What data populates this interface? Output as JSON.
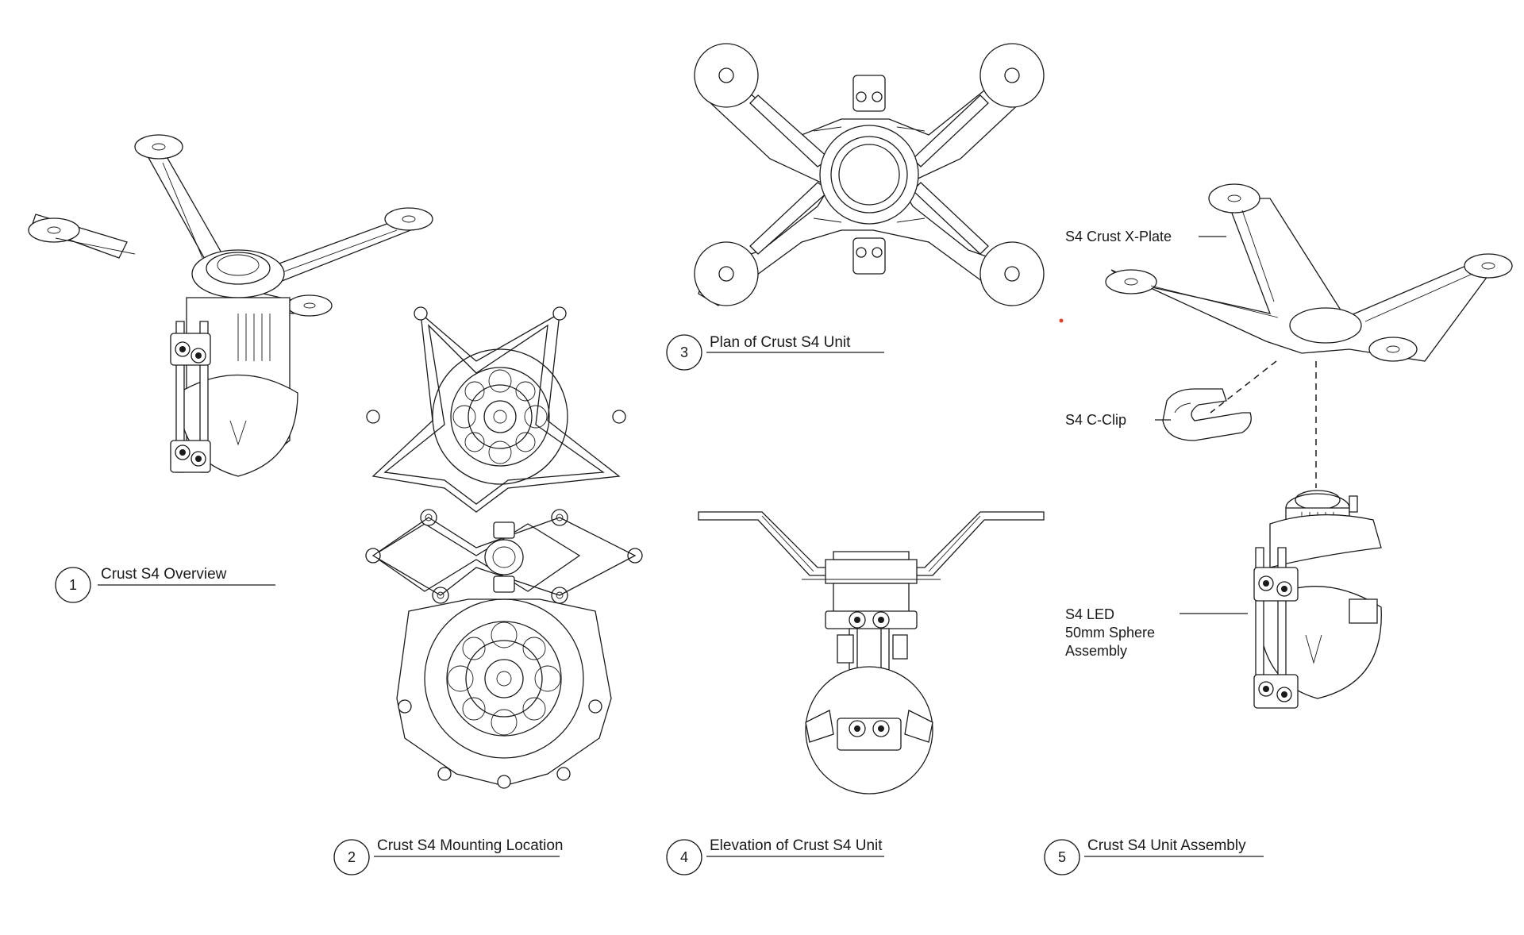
{
  "captions": [
    {
      "number": "1",
      "title": "Crust S4 Overview"
    },
    {
      "number": "2",
      "title": "Crust S4 Mounting Location"
    },
    {
      "number": "3",
      "title": "Plan of Crust S4 Unit"
    },
    {
      "number": "4",
      "title": "Elevation of Crust S4 Unit"
    },
    {
      "number": "5",
      "title": "Crust S4 Unit Assembly"
    }
  ],
  "callouts": {
    "x_plate": "S4 Crust X-Plate",
    "c_clip": "S4 C-Clip",
    "led_line1": "S4 LED",
    "led_line2": "50mm Sphere",
    "led_line3": "Assembly"
  },
  "colors": {
    "line": "#1a1a1a",
    "paper": "#ffffff",
    "accent_dot": "#e0412a"
  }
}
